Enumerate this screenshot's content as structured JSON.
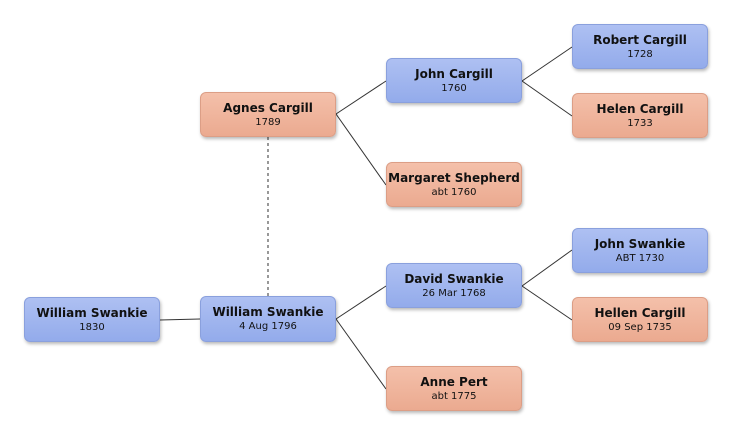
{
  "people": {
    "william_1830": {
      "name": "William Swankie",
      "date": "1830",
      "sex": "male"
    },
    "william_1796": {
      "name": "William Swankie",
      "date": "4 Aug 1796",
      "sex": "male"
    },
    "agnes": {
      "name": "Agnes Cargill",
      "date": "1789",
      "sex": "female"
    },
    "john_cargill": {
      "name": "John Cargill",
      "date": "1760",
      "sex": "male"
    },
    "margaret": {
      "name": "Margaret Shepherd",
      "date": "abt 1760",
      "sex": "female"
    },
    "robert": {
      "name": "Robert Cargill",
      "date": "1728",
      "sex": "male"
    },
    "helen": {
      "name": "Helen Cargill",
      "date": "1733",
      "sex": "female"
    },
    "david": {
      "name": "David Swankie",
      "date": "26 Mar 1768",
      "sex": "male"
    },
    "anne": {
      "name": "Anne Pert",
      "date": "abt 1775",
      "sex": "female"
    },
    "john_swankie": {
      "name": "John Swankie",
      "date": "ABT 1730",
      "sex": "male"
    },
    "hellen": {
      "name": "Hellen Cargill",
      "date": "09 Sep 1735",
      "sex": "female"
    }
  },
  "colors": {
    "male": "#9fb4ee",
    "female": "#eeb39c",
    "line": "#333333"
  }
}
